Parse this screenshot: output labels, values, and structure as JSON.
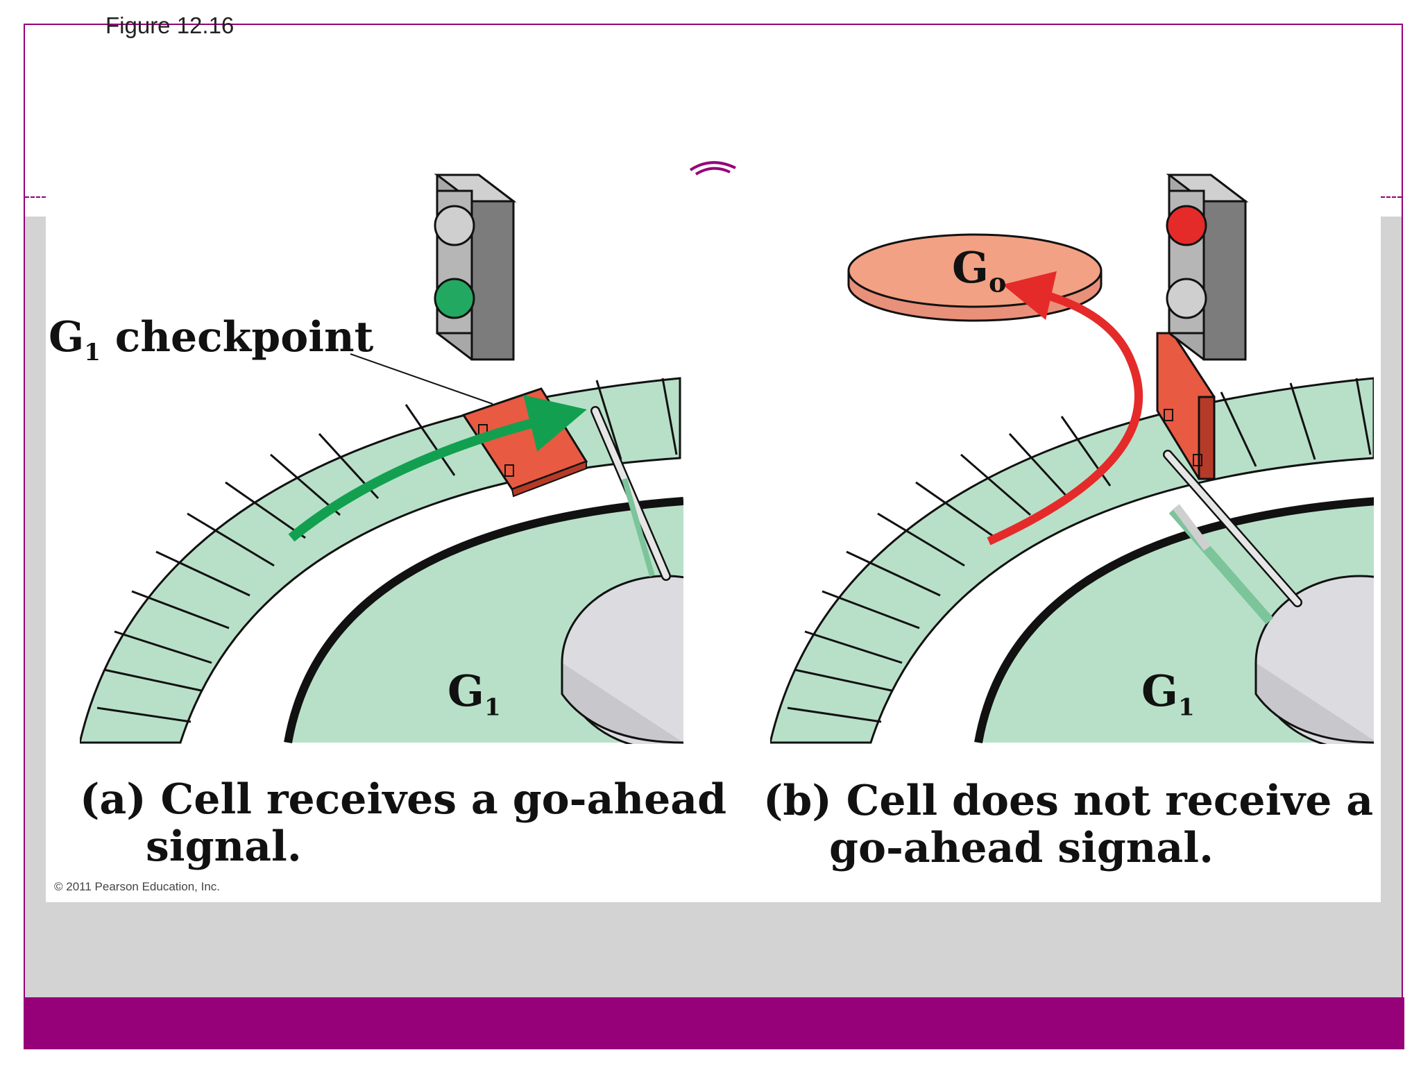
{
  "figure_label": "Figure 12.16",
  "labels": {
    "checkpoint_main": "G",
    "checkpoint_sub": "1",
    "checkpoint_rest": " checkpoint",
    "g1_main": "G",
    "g1_sub": "1",
    "g0_main": "G",
    "g0_sub": "o"
  },
  "captions": {
    "a_line1": "(a) Cell receives a go-ahead",
    "a_line2": "signal.",
    "b_line1": "(b) Cell does not receive a",
    "b_line2": "go-ahead signal."
  },
  "copyright": "© 2011 Pearson Education, Inc.",
  "colors": {
    "accent_purple": "#960078",
    "cycle_green": "#b8e0c8",
    "checkpoint_red": "#e85a42",
    "go_arrow": "#12a050",
    "stop_arrow": "#e52a2a",
    "g0_disc": "#f2a184"
  }
}
